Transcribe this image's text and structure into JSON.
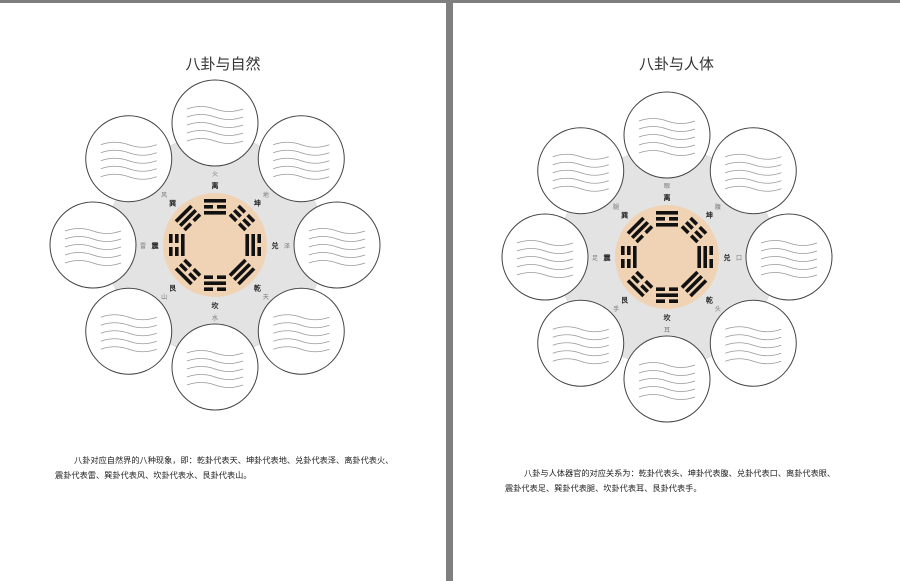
{
  "left_page": {
    "title": "八卦与自然",
    "paragraph_line1": "八卦对应自然界的八种现象，即：乾卦代表天、坤卦代表地、兑卦代表泽、离卦代表火、",
    "paragraph_line2": "震卦代表雷、巽卦代表风、坎卦代表水、艮卦代表山。",
    "trigrams": [
      {
        "name": "离",
        "meaning": "火",
        "image": "fire"
      },
      {
        "name": "坤",
        "meaning": "地",
        "image": "farmland"
      },
      {
        "name": "兑",
        "meaning": "泽",
        "image": "marsh"
      },
      {
        "name": "乾",
        "meaning": "天",
        "image": "sky"
      },
      {
        "name": "坎",
        "meaning": "水",
        "image": "waves"
      },
      {
        "name": "艮",
        "meaning": "山",
        "image": "mountains"
      },
      {
        "name": "震",
        "meaning": "雷",
        "image": "thunder"
      },
      {
        "name": "巽",
        "meaning": "风",
        "image": "wind"
      }
    ]
  },
  "right_page": {
    "title": "八卦与人体",
    "paragraph_line1": "八卦与人体器官的对应关系为：乾卦代表头、坤卦代表腹、兑卦代表口、离卦代表眼、",
    "paragraph_line2": "震卦代表足、巽卦代表腿、坎卦代表耳、艮卦代表手。",
    "trigrams": [
      {
        "name": "离",
        "meaning": "眼",
        "image": "eye"
      },
      {
        "name": "坤",
        "meaning": "腹",
        "image": "torso"
      },
      {
        "name": "兑",
        "meaning": "口",
        "image": "mouth"
      },
      {
        "name": "乾",
        "meaning": "头",
        "image": "head"
      },
      {
        "name": "坎",
        "meaning": "耳",
        "image": "ear"
      },
      {
        "name": "艮",
        "meaning": "手",
        "image": "hand"
      },
      {
        "name": "震",
        "meaning": "足",
        "image": "foot"
      },
      {
        "name": "巽",
        "meaning": "腿",
        "image": "legs"
      }
    ]
  },
  "colors": {
    "center_disc": "#efd3b4",
    "ring_band": "#e3e3e3",
    "page_bg": "#ffffff",
    "viewer_bg": "#7f7f7f"
  }
}
